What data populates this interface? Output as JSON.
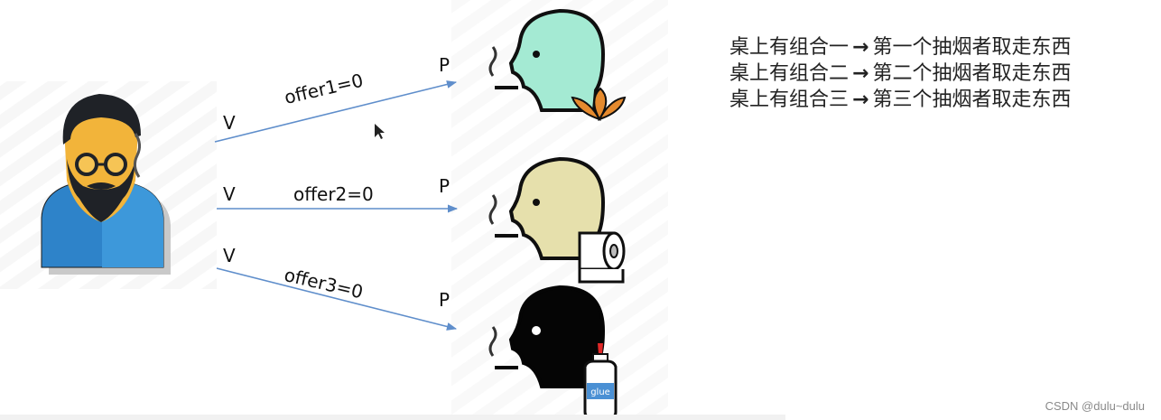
{
  "arrows": [
    {
      "v": "V",
      "p": "P",
      "offer": "offer1=0"
    },
    {
      "v": "V",
      "p": "P",
      "offer": "offer2=0"
    },
    {
      "v": "V",
      "p": "P",
      "offer": "offer3=0"
    }
  ],
  "rules": [
    {
      "left": "桌上有组合一",
      "arrow": "→",
      "right": "第一个抽烟者取走东西"
    },
    {
      "left": "桌上有组合二",
      "arrow": "→",
      "right": "第二个抽烟者取走东西"
    },
    {
      "left": "桌上有组合三",
      "arrow": "→",
      "right": "第三个抽烟者取走东西"
    }
  ],
  "smokers": [
    {
      "head_color": "#a4ead3",
      "item_icon": "tobacco-leaf-icon",
      "item_color": "#e58a2e"
    },
    {
      "head_color": "#e6e0ac",
      "item_icon": "paper-roll-icon",
      "item_color": "#ffffff"
    },
    {
      "head_color": "#050505",
      "item_icon": "glue-bottle-icon",
      "item_color": "#ffffff",
      "item_text": "glue"
    }
  ],
  "supplier": {
    "icon": "bearded-man-icon",
    "shirt_color": "#2e83c9",
    "skin_color": "#f2b43a"
  },
  "arrow_color": "#5f8ecb",
  "watermark": "CSDN @dulu~dulu"
}
